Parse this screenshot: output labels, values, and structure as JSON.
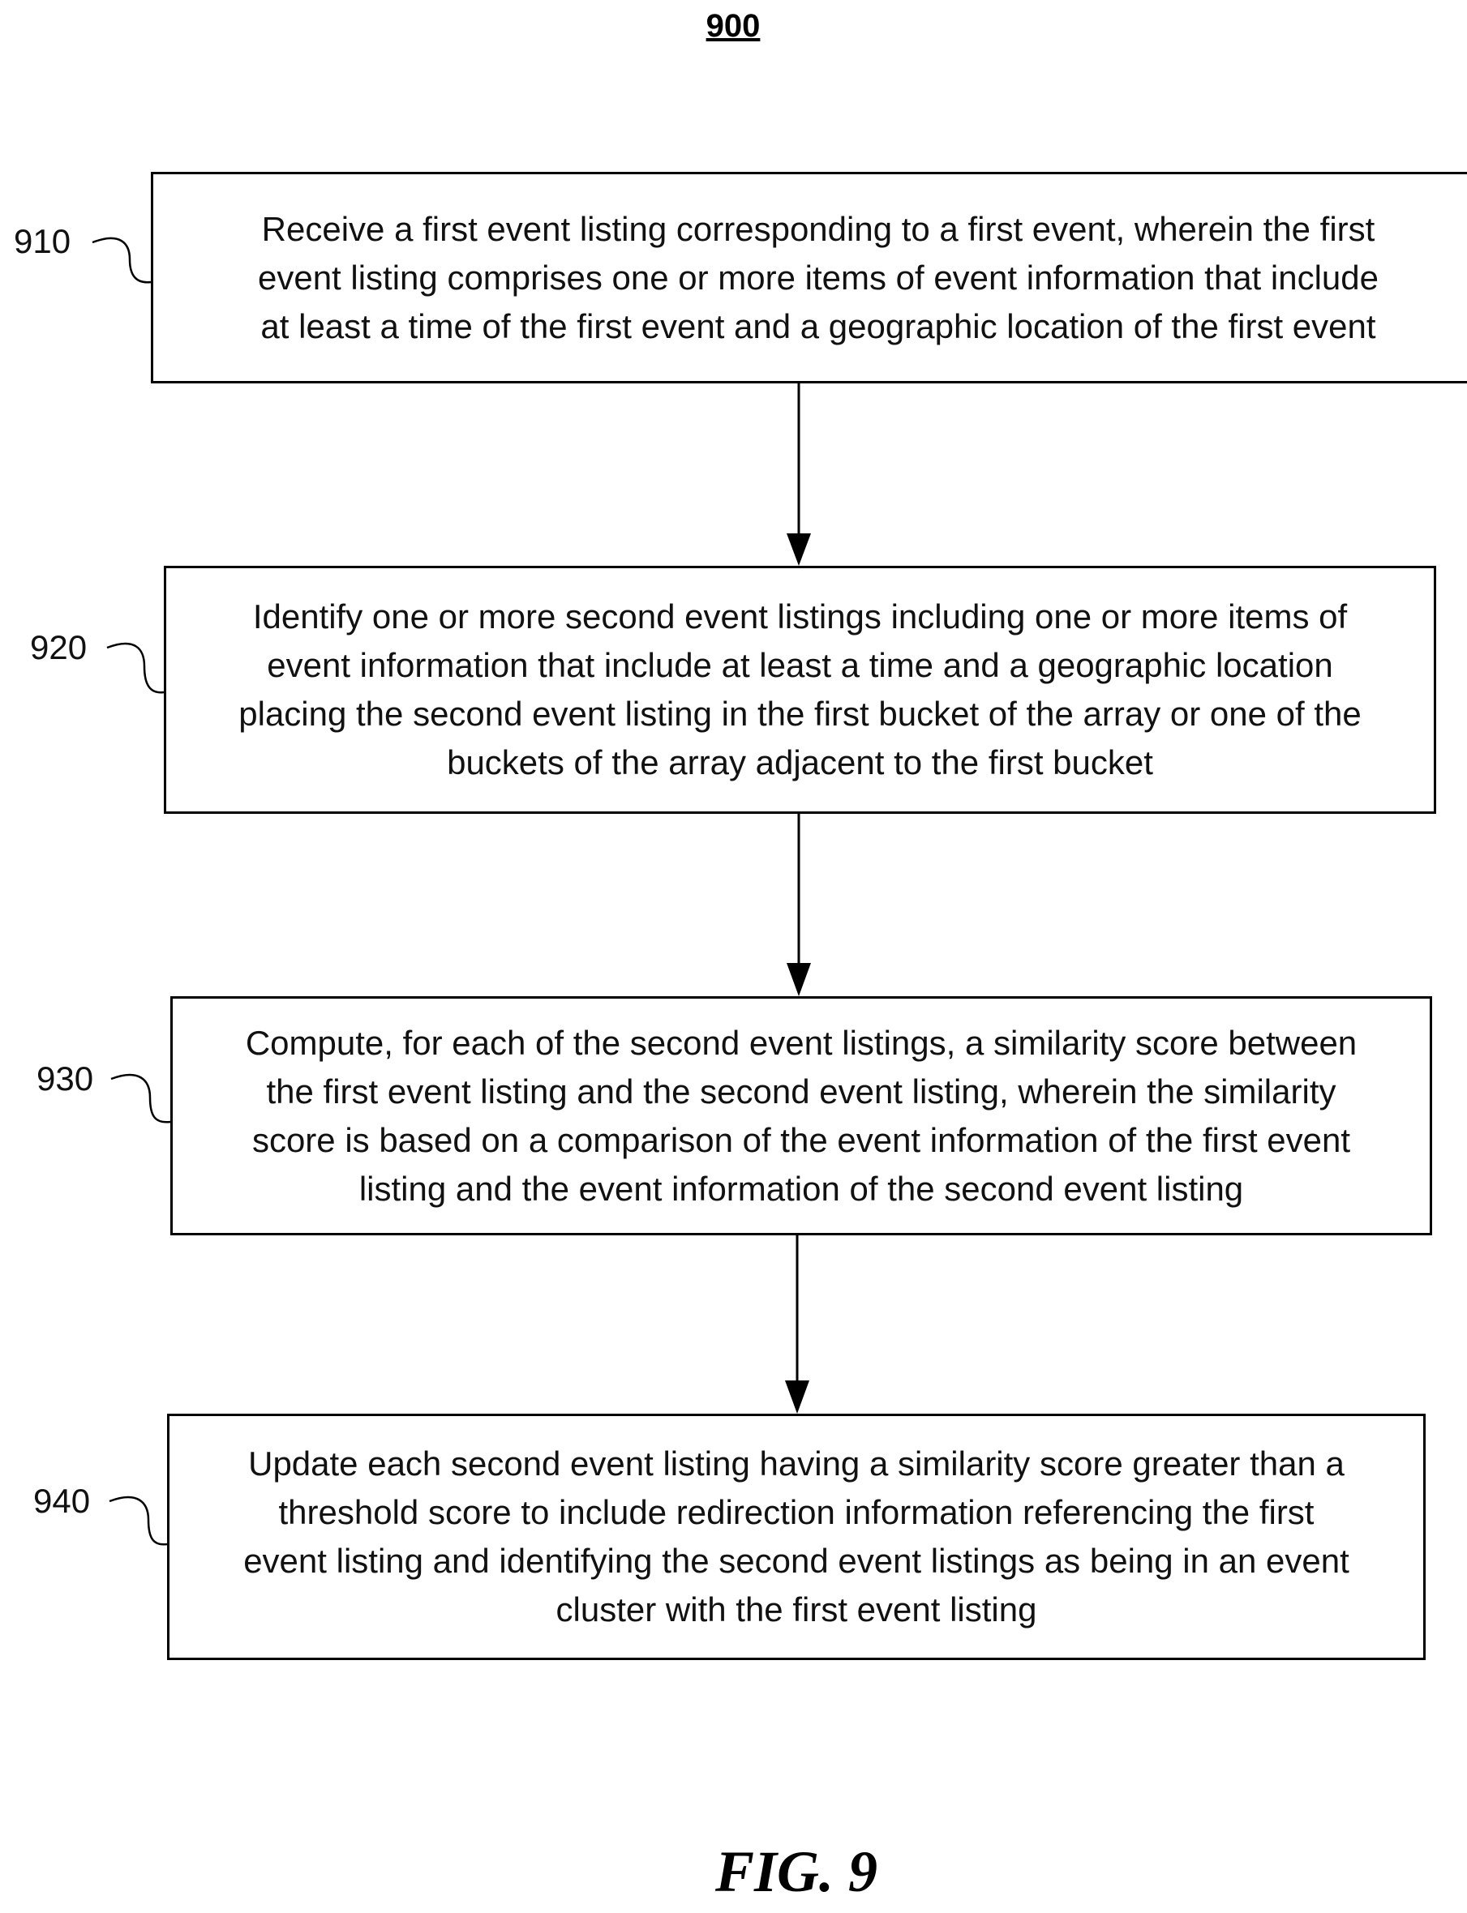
{
  "figure_number": "900",
  "steps": [
    {
      "ref": "910",
      "lines": [
        "Receive a first event listing corresponding to a first event, wherein the first",
        "event listing comprises one or more items of event information that include",
        "at least a time of the first event and a geographic location of the first event"
      ]
    },
    {
      "ref": "920",
      "lines": [
        "Identify one or more second event listings including one or more items of",
        "event information that include at least a time and a geographic location",
        "placing the second event listing in the first bucket of the array or one of the",
        "buckets of the array adjacent to the first bucket"
      ]
    },
    {
      "ref": "930",
      "lines": [
        "Compute, for each of the second event listings, a similarity score between",
        "the first event listing and the second event listing, wherein the similarity",
        "score is based on a comparison of the event information of the first event",
        "listing and the event information of the second event listing"
      ]
    },
    {
      "ref": "940",
      "lines": [
        "Update each second event listing having a similarity score greater than a",
        "threshold score to include redirection information referencing the first",
        "event listing and identifying the second event listings as being in an event",
        "cluster with the first event listing"
      ]
    }
  ],
  "caption": "FIG. 9",
  "colors": {
    "stroke": "#000000",
    "text": "#111111",
    "background": "#ffffff"
  }
}
